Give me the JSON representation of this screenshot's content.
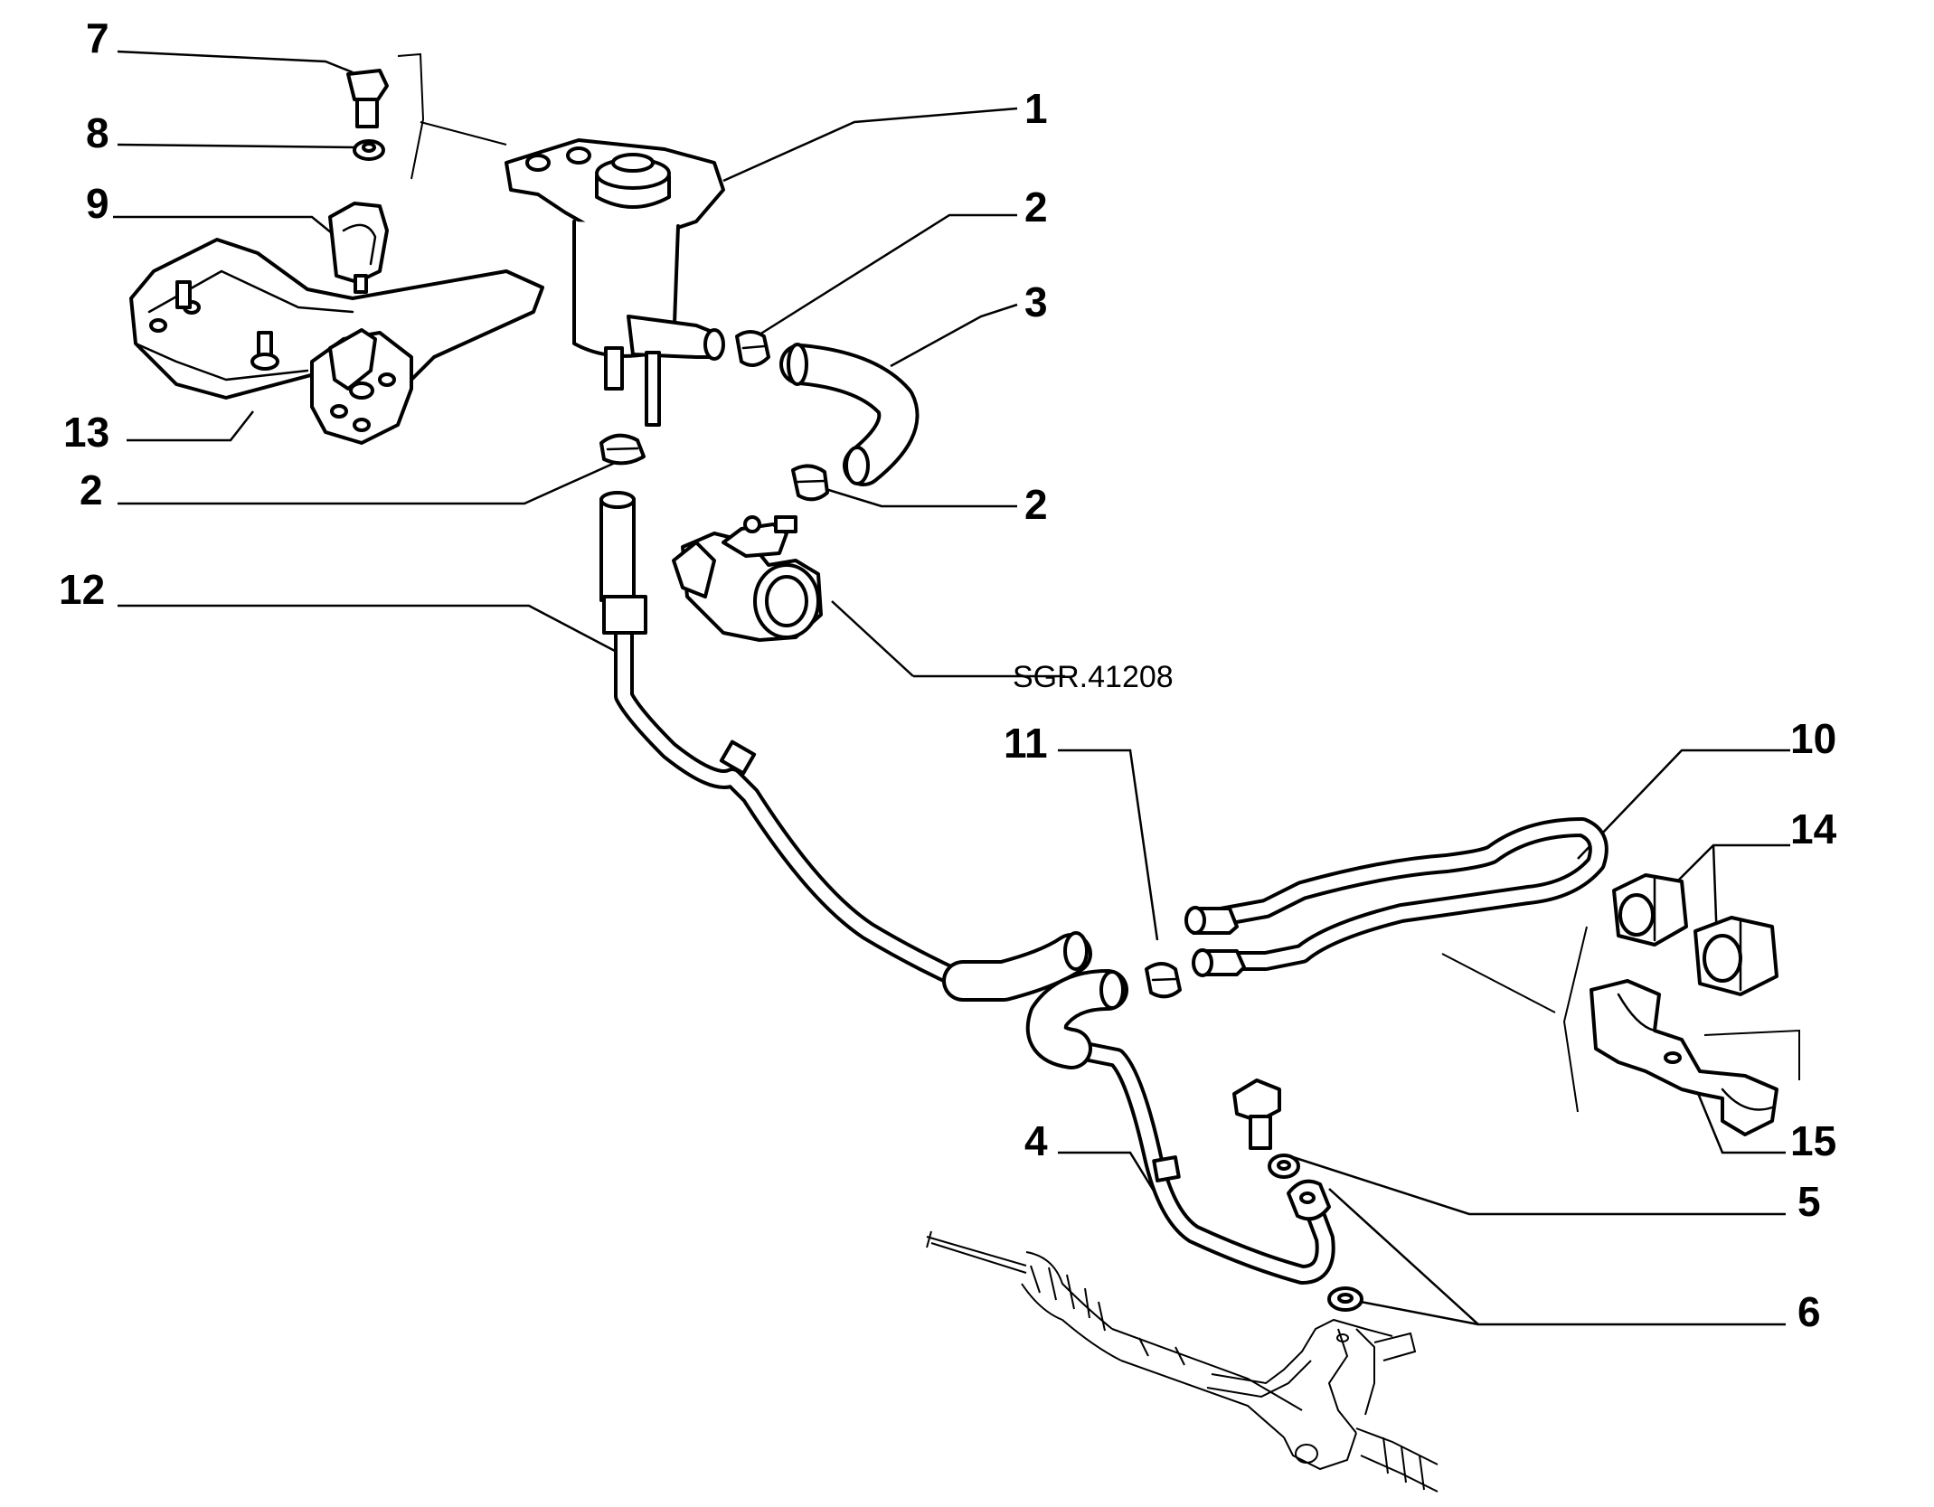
{
  "drawing_code": "SGR.41208",
  "callouts": [
    {
      "id": "callout-7",
      "text": "7"
    },
    {
      "id": "callout-8",
      "text": "8"
    },
    {
      "id": "callout-9",
      "text": "9"
    },
    {
      "id": "callout-13",
      "text": "13"
    },
    {
      "id": "callout-2-left",
      "text": "2"
    },
    {
      "id": "callout-12",
      "text": "12"
    },
    {
      "id": "callout-1",
      "text": "1"
    },
    {
      "id": "callout-2-top",
      "text": "2"
    },
    {
      "id": "callout-3",
      "text": "3"
    },
    {
      "id": "callout-2-right",
      "text": "2"
    },
    {
      "id": "callout-11",
      "text": "11"
    },
    {
      "id": "callout-10",
      "text": "10"
    },
    {
      "id": "callout-14",
      "text": "14"
    },
    {
      "id": "callout-15",
      "text": "15"
    },
    {
      "id": "callout-4",
      "text": "4"
    },
    {
      "id": "callout-5",
      "text": "5"
    },
    {
      "id": "callout-6",
      "text": "6"
    }
  ]
}
